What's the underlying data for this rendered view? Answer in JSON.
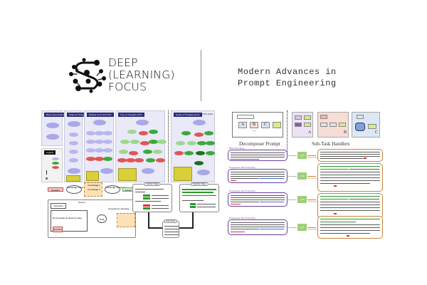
{
  "brand": {
    "logo_icon": "neural-network-s-icon",
    "line1": "DEEP",
    "line2": "(LEARNING)",
    "line3": "FOCUS"
  },
  "headline": {
    "line1": "Modern Advances in",
    "line2": "Prompt Engineering"
  },
  "got_figure": {
    "panels": [
      {
        "title": "Basic Input-Output (IO)",
        "nodes": [
          "Input",
          "Output"
        ]
      },
      {
        "title": "Chain-of-Thought (CoT)",
        "nodes": [
          "Input",
          "Output"
        ]
      },
      {
        "title": "Multiple CoTs (CoT-SC)",
        "nodes": [
          "Input",
          "Output"
        ]
      },
      {
        "title": "Tree of Thoughts (ToT)",
        "nodes": [
          "Input",
          "Output"
        ]
      },
      {
        "title": "Graph of Thoughts (GoT)",
        "nodes": [
          "Input",
          "Output"
        ],
        "tag": "[This work]"
      }
    ],
    "legend": {
      "title": "Legend",
      "items": [
        "Thoughts",
        "Unscored",
        "Positive score",
        "Negative score",
        "Dependencies between thoughts",
        "Abandon thought",
        "Backtrack"
      ]
    },
    "labels": [
      "Backtracking",
      "Refining",
      "Aggregating thoughts",
      "Aggregating chains",
      "Selecting a chain with max score",
      "Abandon thought",
      "Backtracking from a chain"
    ]
  },
  "decomposer": {
    "caption_left": "Decomposer Prompt",
    "caption_right": "Sub-Task Handlers",
    "letters": [
      "A",
      "B",
      "C"
    ],
    "handler_letters": [
      "A",
      "B",
      "C"
    ],
    "ellipsis": "..."
  },
  "knowledge_figure": {
    "question": "Question",
    "generation": "Knowledge Generation",
    "knowledge": [
      "Knowledge 1",
      "Knowledge 2",
      "..."
    ],
    "integration": "Knowledge Integration",
    "answer": "Answer",
    "prompt_label": "Prompt",
    "instruction": "Instruction",
    "demonstrations": "Demonstrations (fixed for task)",
    "plm": "PLM",
    "generate_label": "Generate by sampling"
  },
  "star_figure": {
    "induction_stage": "Induction Stage",
    "deduction_stage": "Deduction Stage",
    "rule_library": "Rule Library",
    "knowledge_label": "Knowledge:",
    "question_label": "Question:",
    "answer_label": "Answer:"
  },
  "progressive_hint": {
    "rows": [
      {
        "label": "Base Prompting",
        "llm": "LLM",
        "arrow_label": "Base Answer",
        "answer": "55"
      },
      {
        "label": "Progressive-Hint Prompting",
        "llm": "LLM",
        "arrow_label": "Second Answer",
        "answer": "60"
      },
      {
        "label": "Progressive-Hint Prompting",
        "llm": "LLM",
        "arrow_label": "Third Answer",
        "answer": "48"
      },
      {
        "label": "Progressive-Hint Prompting",
        "llm": "LLM",
        "arrow_label": "Fourth Answer",
        "answer": "48"
      }
    ]
  }
}
